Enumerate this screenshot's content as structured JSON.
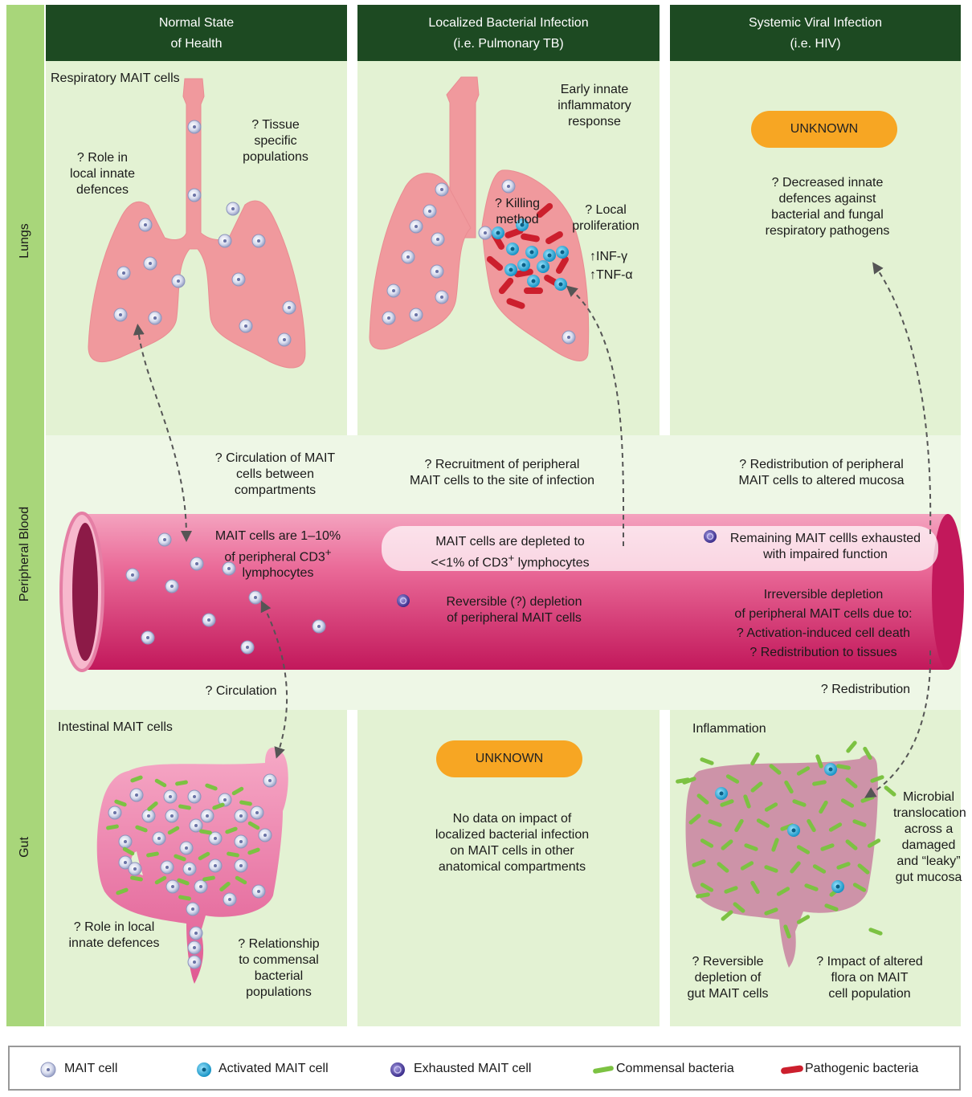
{
  "row_labels": {
    "lungs": "Lungs",
    "blood": "Peripheral Blood",
    "gut": "Gut"
  },
  "columns": [
    {
      "title_line1": "Normal State",
      "title_line2": "of Health"
    },
    {
      "title_line1": "Localized Bacterial Infection",
      "title_line2": "(i.e. Pulmonary TB)"
    },
    {
      "title_line1": "Systemic Viral Infection",
      "title_line2": "(i.e. HIV)"
    }
  ],
  "normal": {
    "lung_title": "Respiratory MAIT cells",
    "role": "? Role in\nlocal innate\ndefences",
    "tissue": "? Tissue\nspecific\npopulations",
    "circulation_compartments": "? Circulation of MAIT\ncells between\ncompartments",
    "blood_pct": "MAIT cells are 1–10%\nof peripheral CD3",
    "blood_pct_sup": "+",
    "blood_pct_tail": "lymphocytes",
    "circulation": "? Circulation",
    "gut_title": "Intestinal MAIT cells",
    "gut_role": "? Role in local\ninnate defences",
    "gut_relationship": "? Relationship\nto commensal\nbacterial\npopulations"
  },
  "bacterial": {
    "early": "Early innate\ninflammatory\nresponse",
    "killing": "? Killing\nmethod",
    "local_prolif": "? Local\nproliferation",
    "ifn": "↑INF-γ",
    "tnf": "↑TNF-α",
    "recruitment": "? Recruitment of peripheral\nMAIT cells to the site of infection",
    "depleted": "MAIT cells are depleted to\n<<1% of CD3",
    "depleted_sup": "+",
    "depleted_tail": " lymphocytes",
    "reversible": "Reversible (?) depletion\nof peripheral MAIT cells",
    "unknown": "UNKNOWN",
    "no_data": "No data on impact of\nlocalized bacterial infection\non MAIT cells in other\nanatomical compartments"
  },
  "viral": {
    "unknown": "UNKNOWN",
    "decreased": "? Decreased innate\ndefences against\nbacterial and fungal\nrespiratory pathogens",
    "redistribution_mucosa": "? Redistribution of peripheral\nMAIT cells to altered mucosa",
    "exhausted": "Remaining MAIT cellls exhausted\nwith impaired function",
    "irreversible": "Irreversible depletion\nof peripheral MAIT cells due to:\n? Activation-induced cell death\n? Redistribution to tissues",
    "redistribution": "? Redistribution",
    "inflammation": "Inflammation",
    "microbial": "Microbial\ntranslocation\nacross a\ndamaged\nand “leaky”\ngut mucosa",
    "reversible_gut": "? Reversible\ndepletion of\ngut MAIT cells",
    "impact_flora": "? Impact of altered\nflora on MAIT\ncell population"
  },
  "legend": {
    "mait": "MAIT cell",
    "activated": "Activated MAIT cell",
    "exhausted": "Exhausted MAIT cell",
    "commensal": "Commensal bacteria",
    "pathogenic": "Pathogenic bacteria"
  },
  "colors": {
    "header": "#1d4a22",
    "row_label_bg": "#a8d67a",
    "panel_bg": "#e3f2d3",
    "lung": "#f0999d",
    "vessel": "#e0407a",
    "unknown_badge": "#f7a623",
    "commensal": "#7cc242",
    "pathogenic": "#cc1f2d",
    "activated": "#2aa8d4",
    "exhausted": "#4a3a9a"
  }
}
